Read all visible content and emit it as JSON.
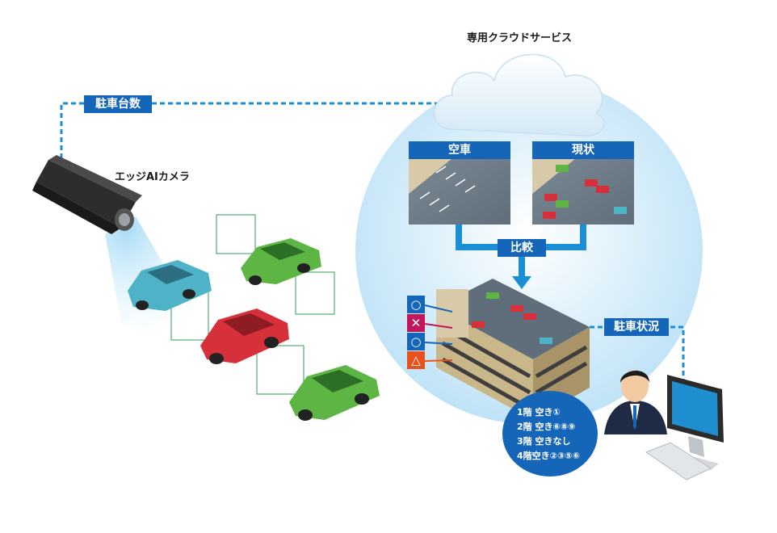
{
  "labels": {
    "cloud_service": "専用クラウドサービス",
    "edge_camera": "エッジAIカメラ",
    "parked_count": "駐車台数",
    "empty": "空車",
    "current": "現状",
    "compare": "比較",
    "parking_status": "駐車状況"
  },
  "floor_status": [
    {
      "symbol": "○",
      "color": "#1566b8"
    },
    {
      "symbol": "✕",
      "color": "#c2185b"
    },
    {
      "symbol": "○",
      "color": "#1566b8"
    },
    {
      "symbol": "△",
      "color": "#e8501c"
    }
  ],
  "availability": [
    "1階 空き①",
    "2階 空き⑥⑧⑨",
    "3階 空きなし",
    "4階空き②③⑤⑥"
  ],
  "colors": {
    "accent": "#1566b8",
    "dashed_line": "#1a8fd6",
    "circle_bg": "#d8eefb",
    "car_teal": "#4fb3c8",
    "car_green": "#5db543",
    "car_red": "#d6313a"
  }
}
